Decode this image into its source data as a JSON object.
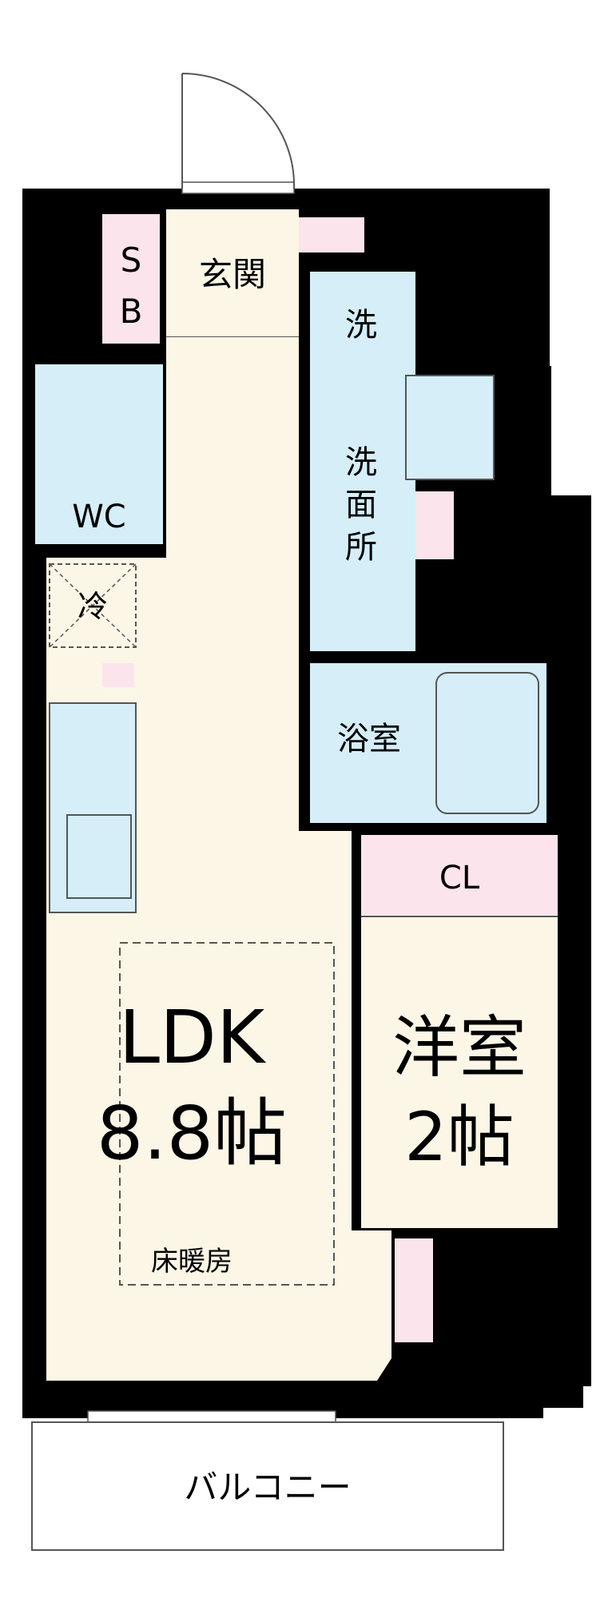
{
  "rooms": {
    "sb": "SB",
    "genkan": "玄関",
    "wc": "WC",
    "washer": "洗",
    "washroom": "洗面所",
    "fridge": "冷",
    "bath": "浴室",
    "closet": "CL",
    "ldk_name": "LDK",
    "ldk_size": "8.8帖",
    "floor_heating": "床暖房",
    "western_name": "洋室",
    "western_size": "2帖",
    "balcony": "バルコニー"
  },
  "colors": {
    "wall": "#000000",
    "floor_beige": "#fcf6e6",
    "wet_blue": "#d5eef8",
    "storage_pink": "#fbe4ec",
    "fixture_line": "#555555"
  }
}
